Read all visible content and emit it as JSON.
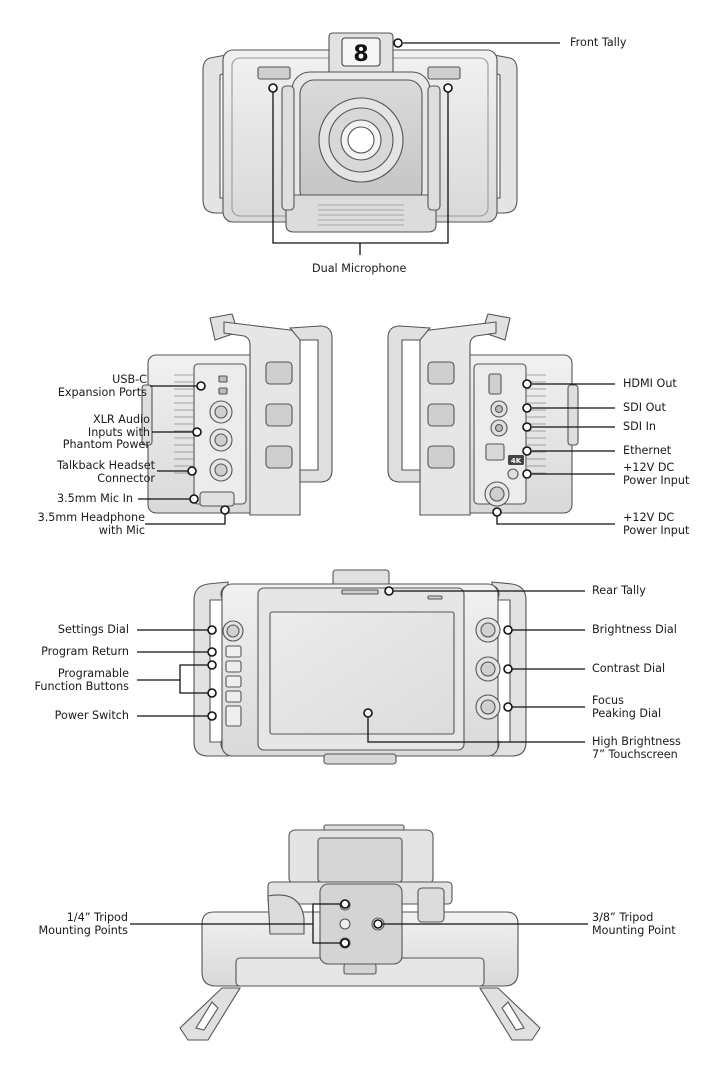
{
  "front_view": {
    "tally_number": "8",
    "labels": {
      "front_tally": "Front Tally",
      "dual_microphone": "Dual Microphone"
    }
  },
  "side_views": {
    "left_labels": {
      "usb_c": "USB-C\nExpansion Ports",
      "xlr": "XLR Audio\nInputs with\nPhantom Power",
      "talkback": "Talkback Headset\nConnector",
      "mic_in": "3.5mm Mic In",
      "headphone": "3.5mm Headphone\nwith Mic"
    },
    "right_labels": {
      "hdmi_out": "HDMI Out",
      "sdi_out": "SDI Out",
      "sdi_in": "SDI In",
      "ethernet": "Ethernet",
      "power_input_1": "+12V DC\nPower Input",
      "power_input_2": "+12V DC\nPower Input"
    },
    "badge_4k": "4K"
  },
  "rear_view": {
    "left_labels": {
      "settings_dial": "Settings Dial",
      "program_return": "Program Return",
      "function_buttons": "Programable\nFunction Buttons",
      "power_switch": "Power Switch"
    },
    "right_labels": {
      "rear_tally": "Rear Tally",
      "brightness_dial": "Brightness Dial",
      "contrast_dial": "Contrast Dial",
      "focus_peaking_dial": "Focus\nPeaking Dial",
      "touchscreen": "High Brightness\n7” Touchscreen"
    }
  },
  "bottom_view": {
    "labels": {
      "quarter_inch": "1/4” Tripod\nMounting Points",
      "three_eighths": "3/8” Tripod\nMounting Point"
    }
  }
}
